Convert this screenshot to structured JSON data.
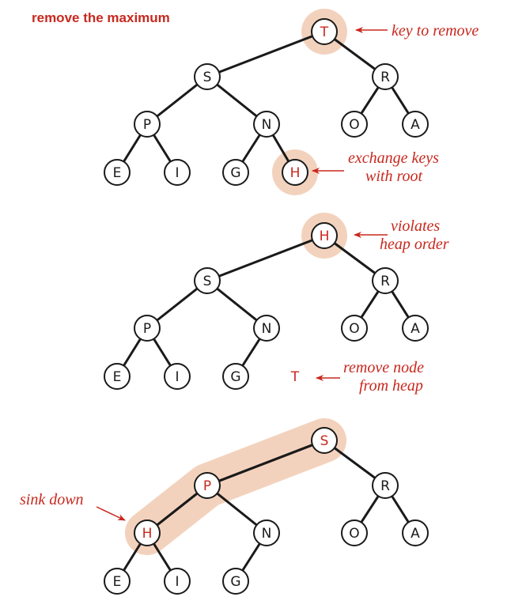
{
  "title": "remove the maximum",
  "colors": {
    "accent": "#c8281e",
    "highlight": "#f3d2bd",
    "ink": "#1a1a1a"
  },
  "diagrams": [
    {
      "keys": [
        "T",
        "S",
        "R",
        "P",
        "N",
        "O",
        "A",
        "E",
        "I",
        "G",
        "H"
      ],
      "red": [
        1,
        11
      ],
      "highlight_nodes": [
        1,
        11
      ],
      "highlight_path": [],
      "detached": null,
      "notes": [
        {
          "lines": [
            "key to remove"
          ]
        },
        {
          "lines": [
            "exchange keys",
            "with root"
          ]
        }
      ]
    },
    {
      "keys": [
        "H",
        "S",
        "R",
        "P",
        "N",
        "O",
        "A",
        "E",
        "I",
        "G"
      ],
      "red": [
        1
      ],
      "highlight_nodes": [
        1
      ],
      "highlight_path": [],
      "detached": "T",
      "notes": [
        {
          "lines": [
            "violates",
            "heap order"
          ]
        },
        {
          "lines": [
            "remove node",
            "from heap"
          ]
        }
      ]
    },
    {
      "keys": [
        "S",
        "P",
        "R",
        "H",
        "N",
        "O",
        "A",
        "E",
        "I",
        "G"
      ],
      "red": [
        1,
        2,
        4
      ],
      "highlight_nodes": [],
      "highlight_path": [
        1,
        2,
        4
      ],
      "detached": null,
      "notes": [
        {
          "lines": [
            "sink down"
          ]
        }
      ]
    }
  ]
}
